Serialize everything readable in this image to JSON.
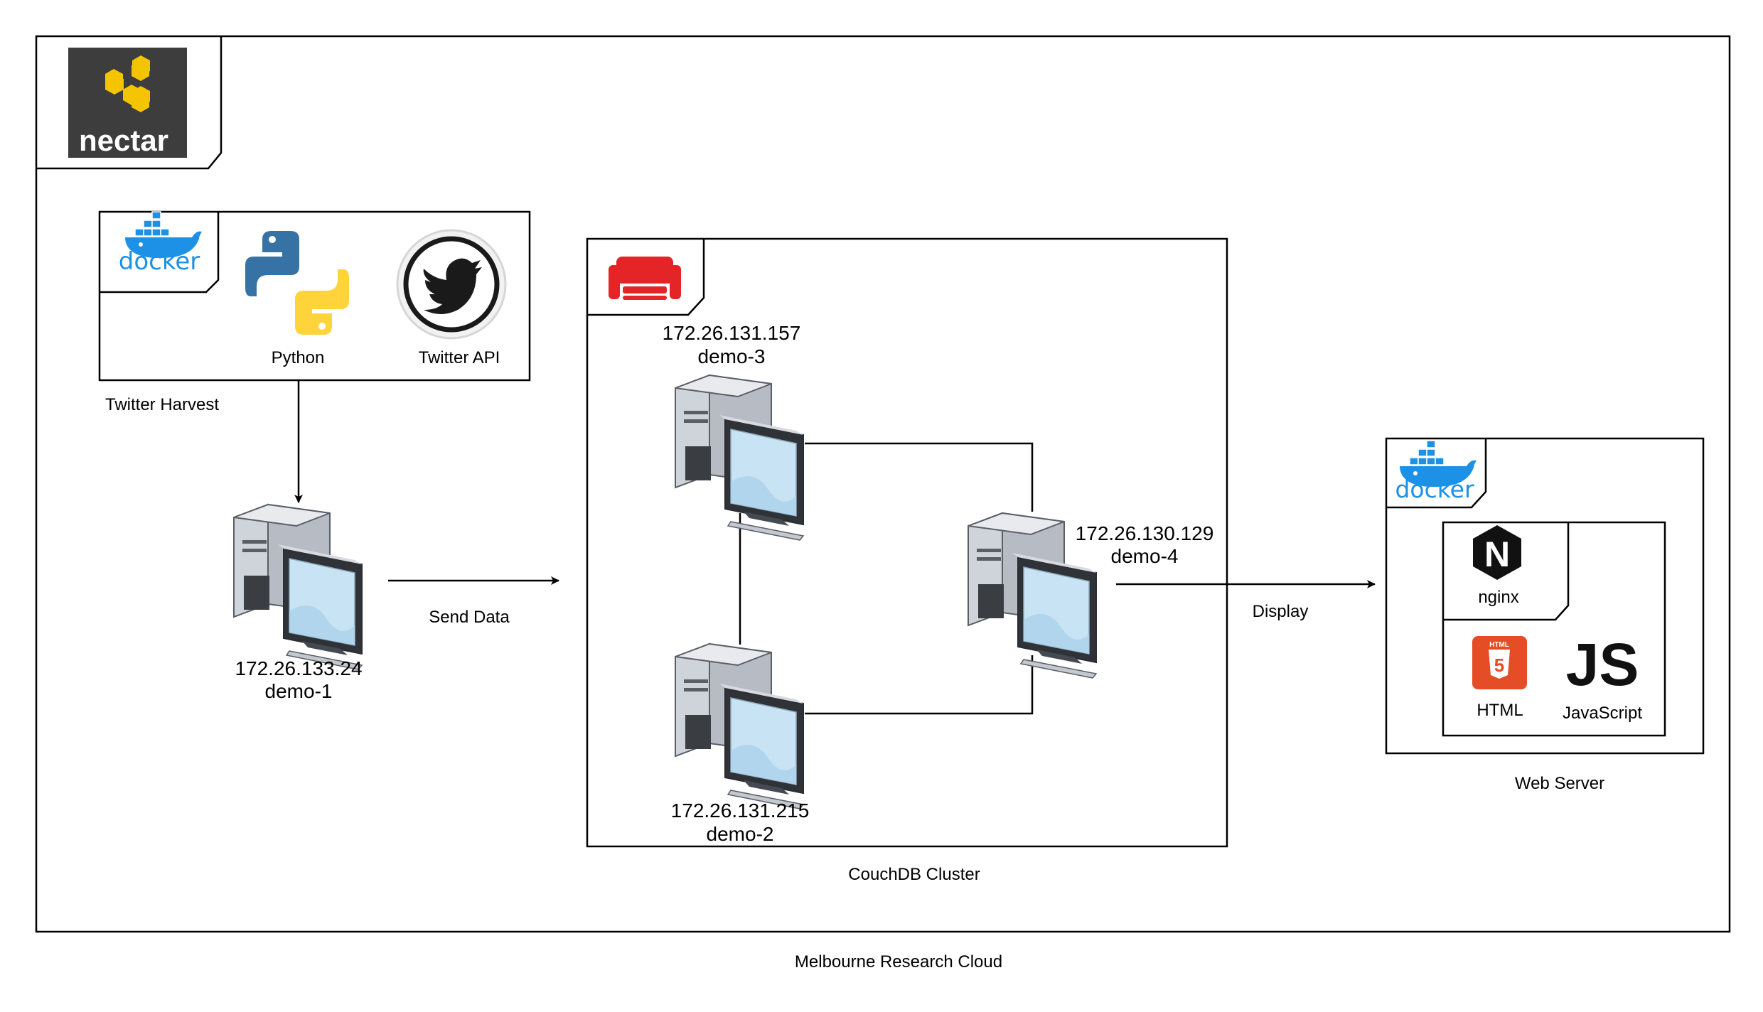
{
  "cloud": {
    "label": "Melbourne Research Cloud",
    "logo_text": "nectar",
    "logo_icon": "nectar-hexagon-logo"
  },
  "harvest": {
    "group_label": "Twitter Harvest",
    "container_icon": "docker-icon",
    "container_text": "docker",
    "python_label": "Python",
    "twitter_label": "Twitter API"
  },
  "nodes": {
    "demo1": {
      "ip": "172.26.133.24",
      "name": "demo-1"
    },
    "demo2": {
      "ip": "172.26.131.215",
      "name": "demo-2"
    },
    "demo3": {
      "ip": "172.26.131.157",
      "name": "demo-3"
    },
    "demo4": {
      "ip": "172.26.130.129",
      "name": "demo-4"
    }
  },
  "couch": {
    "label": "CouchDB Cluster",
    "icon": "couchdb-sofa-icon"
  },
  "edges": {
    "send": "Send Data",
    "display": "Display"
  },
  "web": {
    "label": "Web Server",
    "container_text": "docker",
    "nginx_label": "nginx",
    "nginx_letter": "N",
    "html_label": "HTML",
    "html_badge": "HTML",
    "html_digit": "5",
    "js_label": "JavaScript",
    "js_mark": "JS"
  },
  "colors": {
    "nectar_bg": "#3d3d3d",
    "nectar_yellow": "#f5c400",
    "docker_blue": "#1d91e6",
    "python_blue": "#3772a4",
    "python_yellow": "#ffd43b",
    "couch_red": "#e42528",
    "html_orange": "#e44d26"
  }
}
